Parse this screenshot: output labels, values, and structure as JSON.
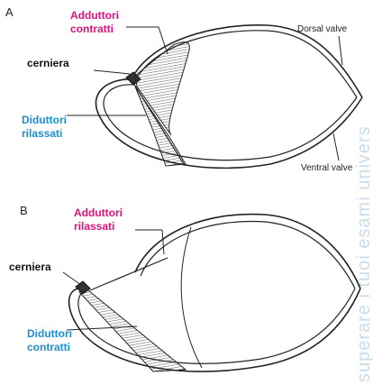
{
  "panel_a": {
    "letter": "A",
    "adductor_label_line1": "Adduttori",
    "adductor_label_line2": "contratti",
    "hinge_label": "cerniera",
    "diductor_label_line1": "Diduttori",
    "diductor_label_line2": "rilassati",
    "dorsal_valve_label": "Dorsal valve",
    "ventral_valve_label": "Ventral valve"
  },
  "panel_b": {
    "letter": "B",
    "adductor_label_line1": "Adduttori",
    "adductor_label_line2": "rilassati",
    "hinge_label": "cerniera",
    "diductor_label_line1": "Diduttori",
    "diductor_label_line2": "contratti"
  },
  "watermark": "superare i tuoi esami univers",
  "colors": {
    "adductor_label": "#e0127a",
    "diductor_label": "#1a8fd4",
    "line": "#222222",
    "watermark": "#c9dced"
  }
}
